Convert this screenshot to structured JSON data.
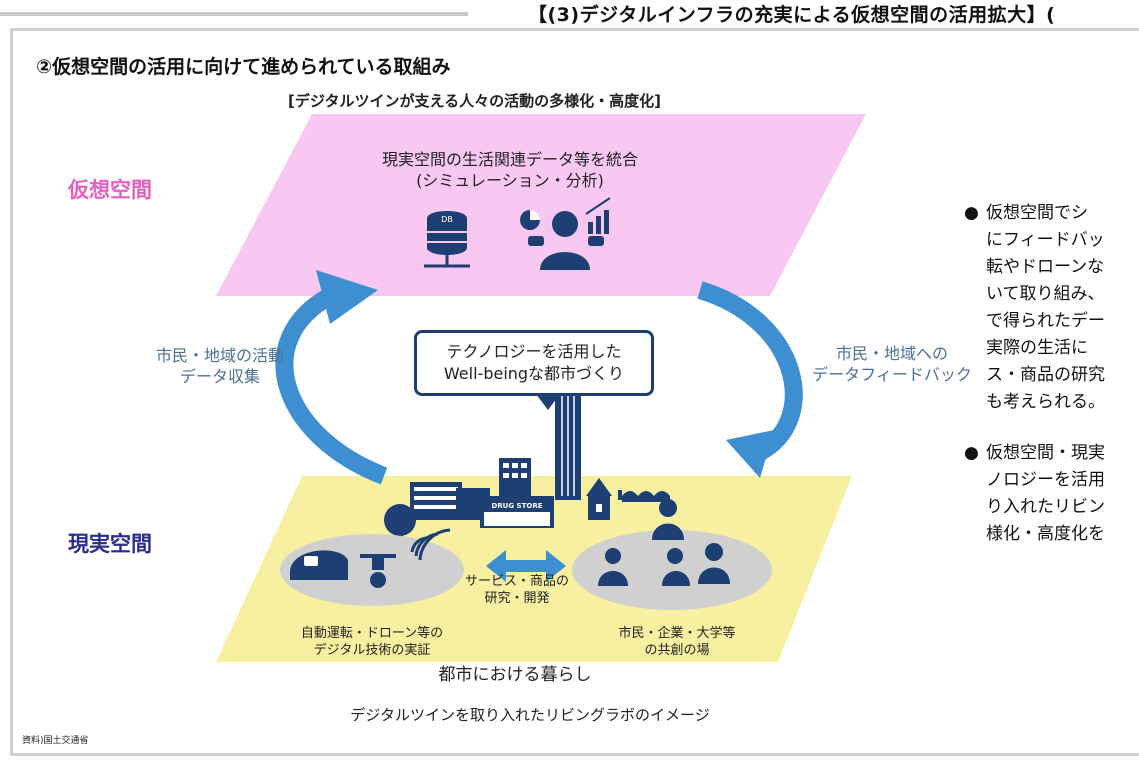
{
  "header": {
    "title": "【(3)デジタルインフラの充実による仮想空間の活用拡大】("
  },
  "section_title": "②仮想空間の活用に向けて進められている取組み",
  "diagram_subtitle": "[デジタルツインが支える人々の活動の多様化・高度化]",
  "virtual_space": {
    "label": "仮想空間",
    "title_line1": "現実空間の生活関連データ等を統合",
    "title_line2": "(シミュレーション・分析)",
    "db_icon_text": "DB"
  },
  "flows": {
    "collect_line1": "市民・地域の活動",
    "collect_line2": "データ収集",
    "feedback_line1": "市民・地域への",
    "feedback_line2": "データフィードバック"
  },
  "center_bubble": {
    "line1": "テクノロジーを活用した",
    "line2": "Well-beingな都市づくり"
  },
  "real_space": {
    "label": "現実空間",
    "drugstore_sign": "DRUG STORE",
    "autonomous_line1": "自動運転・ドローン等の",
    "autonomous_line2": "デジタル技術の実証",
    "service_line1": "サービス・商品の",
    "service_line2": "研究・開発",
    "cocreation_line1": "市民・企業・大学等",
    "cocreation_line2": "の共創の場",
    "city_life": "都市における暮らし"
  },
  "caption": "デジタルツインを取り入れたリビングラボのイメージ",
  "source": "資料)国土交通省",
  "bullets": [
    {
      "lines": [
        "仮想空間でシ",
        "にフィードバッ",
        "転やドローンな",
        "いて取り組み、",
        "で得られたデー",
        "実際の生活に",
        "ス・商品の研究",
        "も考えられる。"
      ]
    },
    {
      "lines": [
        "仮想空間・現実",
        "ノロジーを活用",
        "り入れたリビン",
        "様化・高度化を"
      ]
    }
  ],
  "colors": {
    "virtual_plane": "#f8c8f2",
    "real_plane": "#f6f0a0",
    "arrow_blue": "#3d8fd1",
    "navy_icon": "#1d3f73",
    "virtual_label": "#e45fc0",
    "real_label": "#2b2b8a"
  }
}
